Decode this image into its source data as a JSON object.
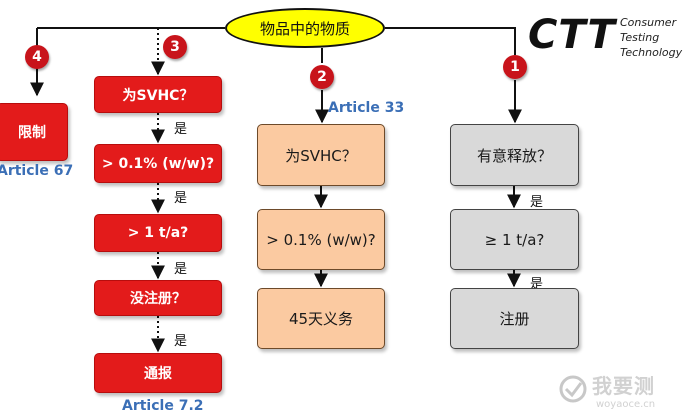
{
  "top_oval": "物品中的物质",
  "logo": {
    "mark": "CTT",
    "line1": "Consumer",
    "line2": "Testing",
    "line3": "Technology"
  },
  "branches": {
    "b4": {
      "num": "4",
      "box": "限制",
      "ref": "Article 67"
    },
    "b3": {
      "num": "3",
      "steps": [
        "为SVHC？",
        "> 0.1% (w/w)?",
        "> 1 t/a?",
        "没注册？",
        "通报"
      ],
      "yes": "是",
      "ref": "Article 7.2"
    },
    "b2": {
      "num": "2",
      "steps": [
        "为SVHC？",
        "> 0.1% (w/w)?",
        "45天义务"
      ],
      "ref": "Article 33"
    },
    "b1": {
      "num": "1",
      "steps": [
        "有意释放？",
        "≥ 1 t/a?",
        "注册"
      ],
      "yes": "是"
    }
  },
  "watermark": {
    "text": "我要测",
    "url": "woyaoce.cn"
  },
  "colors": {
    "red": "#e31b1b",
    "peach": "#fbcaa1",
    "grey": "#d9d9d9",
    "oval": "#ffff00",
    "ref_blue": "#3b6fb6"
  }
}
